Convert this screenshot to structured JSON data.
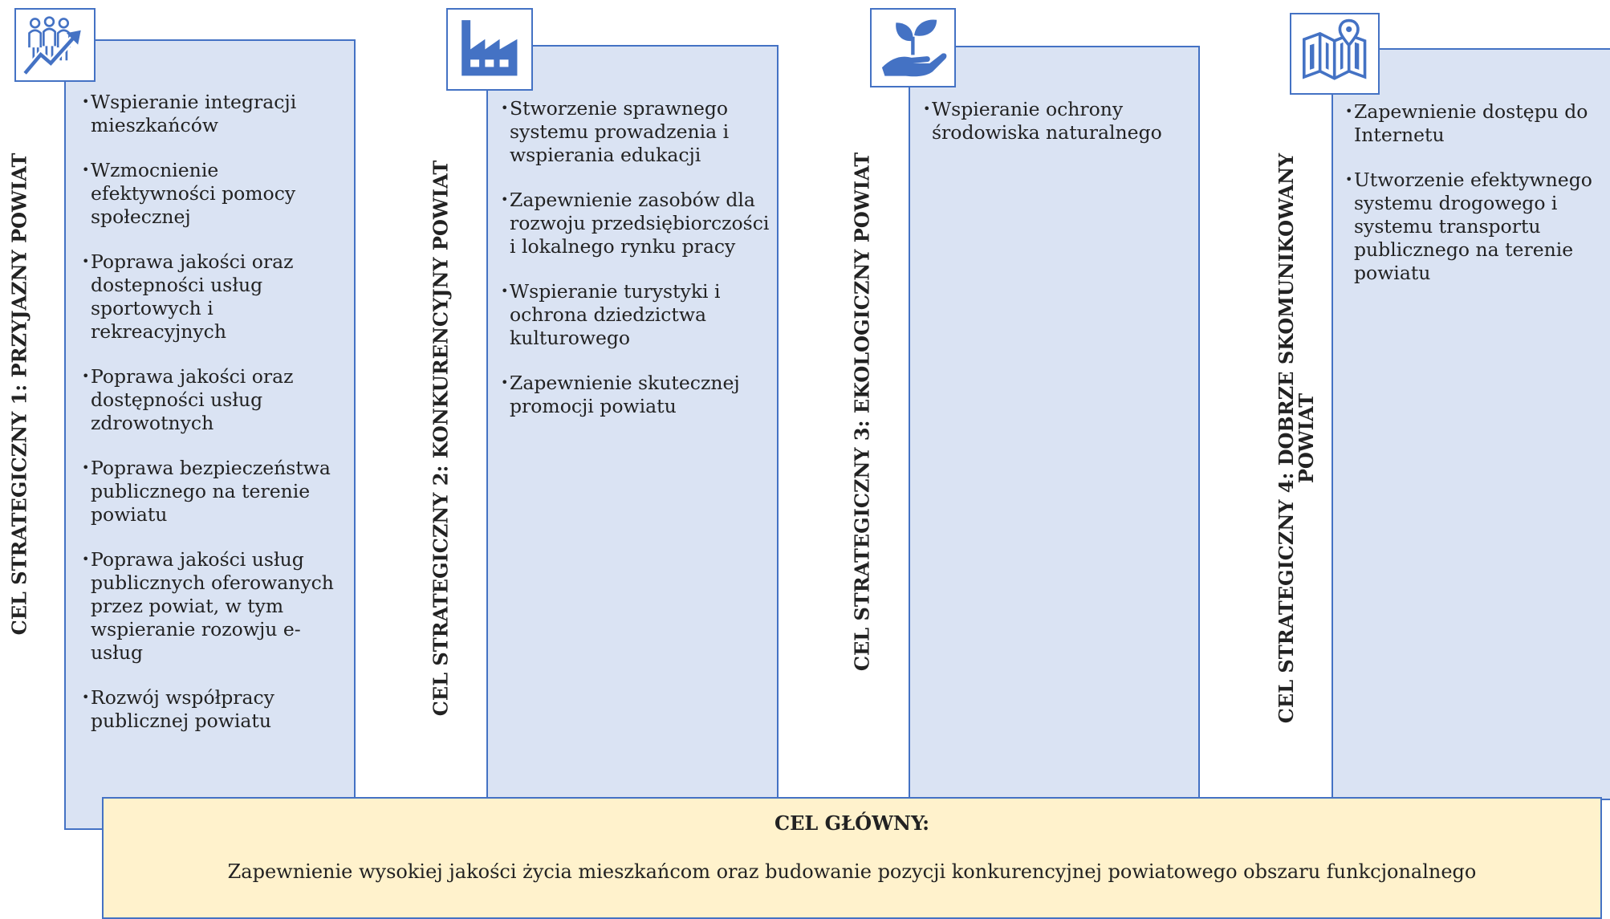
{
  "goals": [
    {
      "label": "CEL STRATEGICZNY 1: PRZYJAZNY POWIAT",
      "icon": "people-growth-icon",
      "items": [
        "Wspieranie integracji mieszkańców",
        "Wzmocnienie efektywności pomocy społecznej",
        "Poprawa jakości oraz dostepności usług sportowych i rekreacyjnych",
        "Poprawa jakości oraz dostępności usług zdrowotnych",
        "Poprawa bezpieczeństwa publicznego na terenie powiatu",
        "Poprawa jakości usług publicznych oferowanych przez powiat, w tym wspieranie rozowju e-usług",
        "Rozwój współpracy publicznej powiatu"
      ]
    },
    {
      "label": "CEL STRATEGICZNY 2: KONKURENCYJNY POWIAT",
      "icon": "factory-icon",
      "items": [
        "Stworzenie sprawnego systemu prowadzenia i wspierania edukacji",
        "Zapewnienie zasobów dla rozwoju przedsiębiorczości i lokalnego rynku pracy",
        "Wspieranie turystyki i ochrona dziedzictwa kulturowego",
        "Zapewnienie skutecznej promocji powiatu"
      ]
    },
    {
      "label": "CEL STRATEGICZNY 3: EKOLOGICZNY POWIAT",
      "icon": "plant-in-hand-icon",
      "items": [
        "Wspieranie ochrony środowiska naturalnego"
      ]
    },
    {
      "label": "CEL STRATEGICZNY 4: DOBRZE SKOMUNIKOWANY POWIAT",
      "icon": "map-pin-icon",
      "items": [
        "Zapewnienie dostępu do Internetu",
        "Utworzenie efektywnego systemu drogowego i systemu transportu publicznego na terenie powiatu"
      ]
    }
  ],
  "main_goal": {
    "title": "CEL GŁÓWNY:",
    "description": "Zapewnienie wysokiej jakości życia mieszkańcom oraz budowanie pozycji konkurencyjnej powiatowego obszaru funkcjonalnego"
  },
  "colors": {
    "panel_fill": "#dae3f3",
    "border": "#4472c4",
    "icon": "#4472c4",
    "main_fill": "#fff2cc"
  }
}
